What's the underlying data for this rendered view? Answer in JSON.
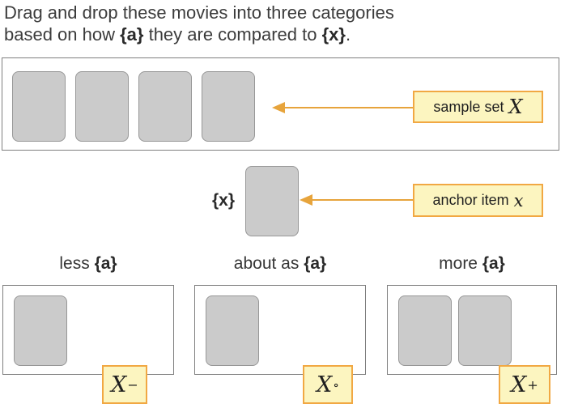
{
  "header": {
    "line1": "Drag and drop these movies into three categories",
    "line2_pre": "based on how ",
    "line2_a": "{a}",
    "line2_mid": " they are compared to ",
    "line2_x": "{x}",
    "line2_post": "."
  },
  "sample_set": {
    "label_text": "sample set",
    "label_symbol": "X",
    "card_count": 4
  },
  "anchor": {
    "token": "{x}",
    "label_text": "anchor item",
    "label_symbol": "x"
  },
  "categories": [
    {
      "title_pre": "less ",
      "title_token": "{a}",
      "symbol": "X",
      "sup": "−",
      "card_count": 1
    },
    {
      "title_pre": "about as ",
      "title_token": "{a}",
      "symbol": "X",
      "sup": "∘",
      "card_count": 1
    },
    {
      "title_pre": "more ",
      "title_token": "{a}",
      "symbol": "X",
      "sup": "+",
      "card_count": 2
    }
  ],
  "colors": {
    "accent_orange": "#E7A43C",
    "callout_border": "#F1A843",
    "callout_background": "#FCF5C0",
    "card_fill": "#CBCBCB",
    "card_border": "#979797",
    "box_border": "#7F7F7F",
    "text": "#3C3C3C"
  }
}
